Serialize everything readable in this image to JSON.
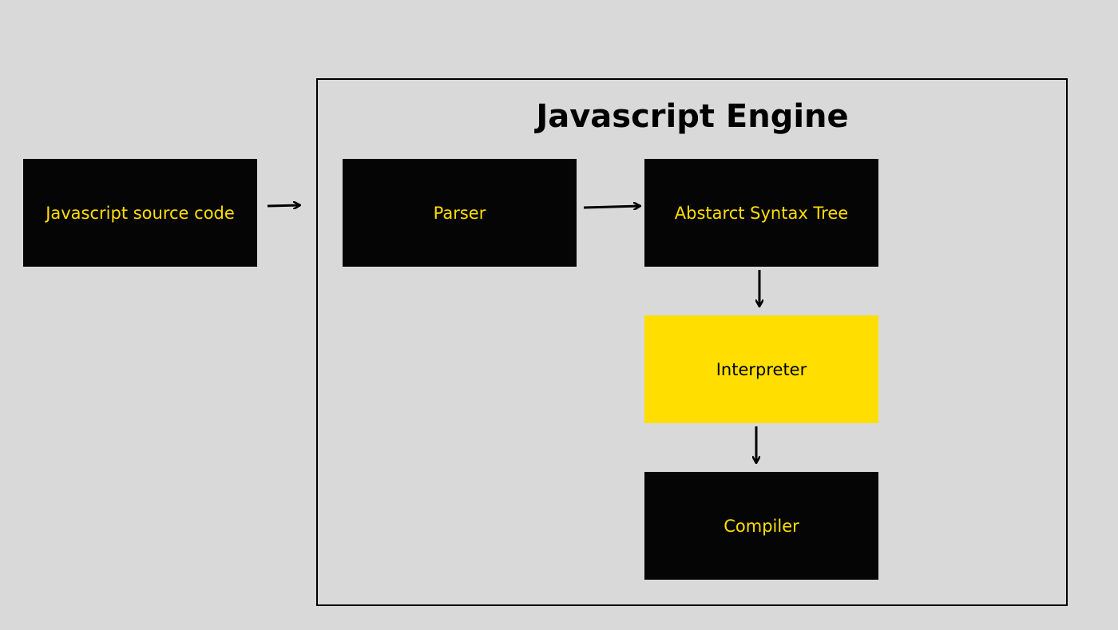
{
  "diagram": {
    "colors": {
      "background": "#d9d9d9",
      "frame": "#000000",
      "dark_box": "#050505",
      "highlight_box": "#ffde00",
      "label_on_dark": "#ffde00",
      "label_on_highlight": "#000000",
      "arrow": "#000000"
    },
    "engine": {
      "title": "Javascript Engine"
    },
    "nodes": {
      "source": {
        "label": "Javascript source code"
      },
      "parser": {
        "label": "Parser"
      },
      "ast": {
        "label": "Abstarct Syntax Tree"
      },
      "interpreter": {
        "label": "Interpreter"
      },
      "compiler": {
        "label": "Compiler"
      }
    },
    "edges": [
      {
        "from": "source",
        "to": "parser"
      },
      {
        "from": "parser",
        "to": "ast"
      },
      {
        "from": "ast",
        "to": "interpreter"
      },
      {
        "from": "interpreter",
        "to": "compiler"
      }
    ]
  }
}
